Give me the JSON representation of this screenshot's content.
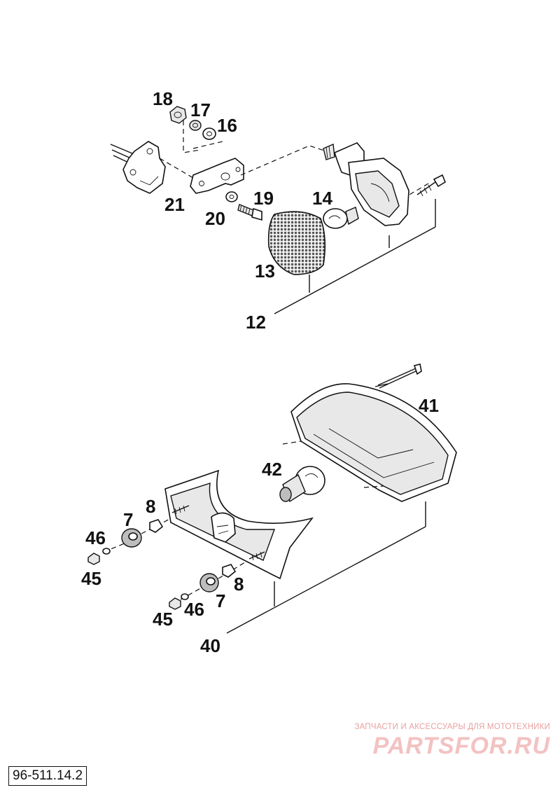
{
  "document_number": "96-511.14.2",
  "watermark": {
    "caption": "ЗАПЧАСТИ И АКСЕССУАРЫ ДЛЯ МОТОТЕХНИКИ",
    "logo": "PARTSFOR.RU"
  },
  "callouts": {
    "p12": "12",
    "p13": "13",
    "p14": "14",
    "p16": "16",
    "p17": "17",
    "p18": "18",
    "p19": "19",
    "p20": "20",
    "p21": "21",
    "p40": "40",
    "p41": "41",
    "p42": "42",
    "p7a": "7",
    "p8a": "8",
    "p45a": "45",
    "p46a": "46",
    "p7b": "7",
    "p8b": "8",
    "p45b": "45",
    "p46b": "46"
  }
}
